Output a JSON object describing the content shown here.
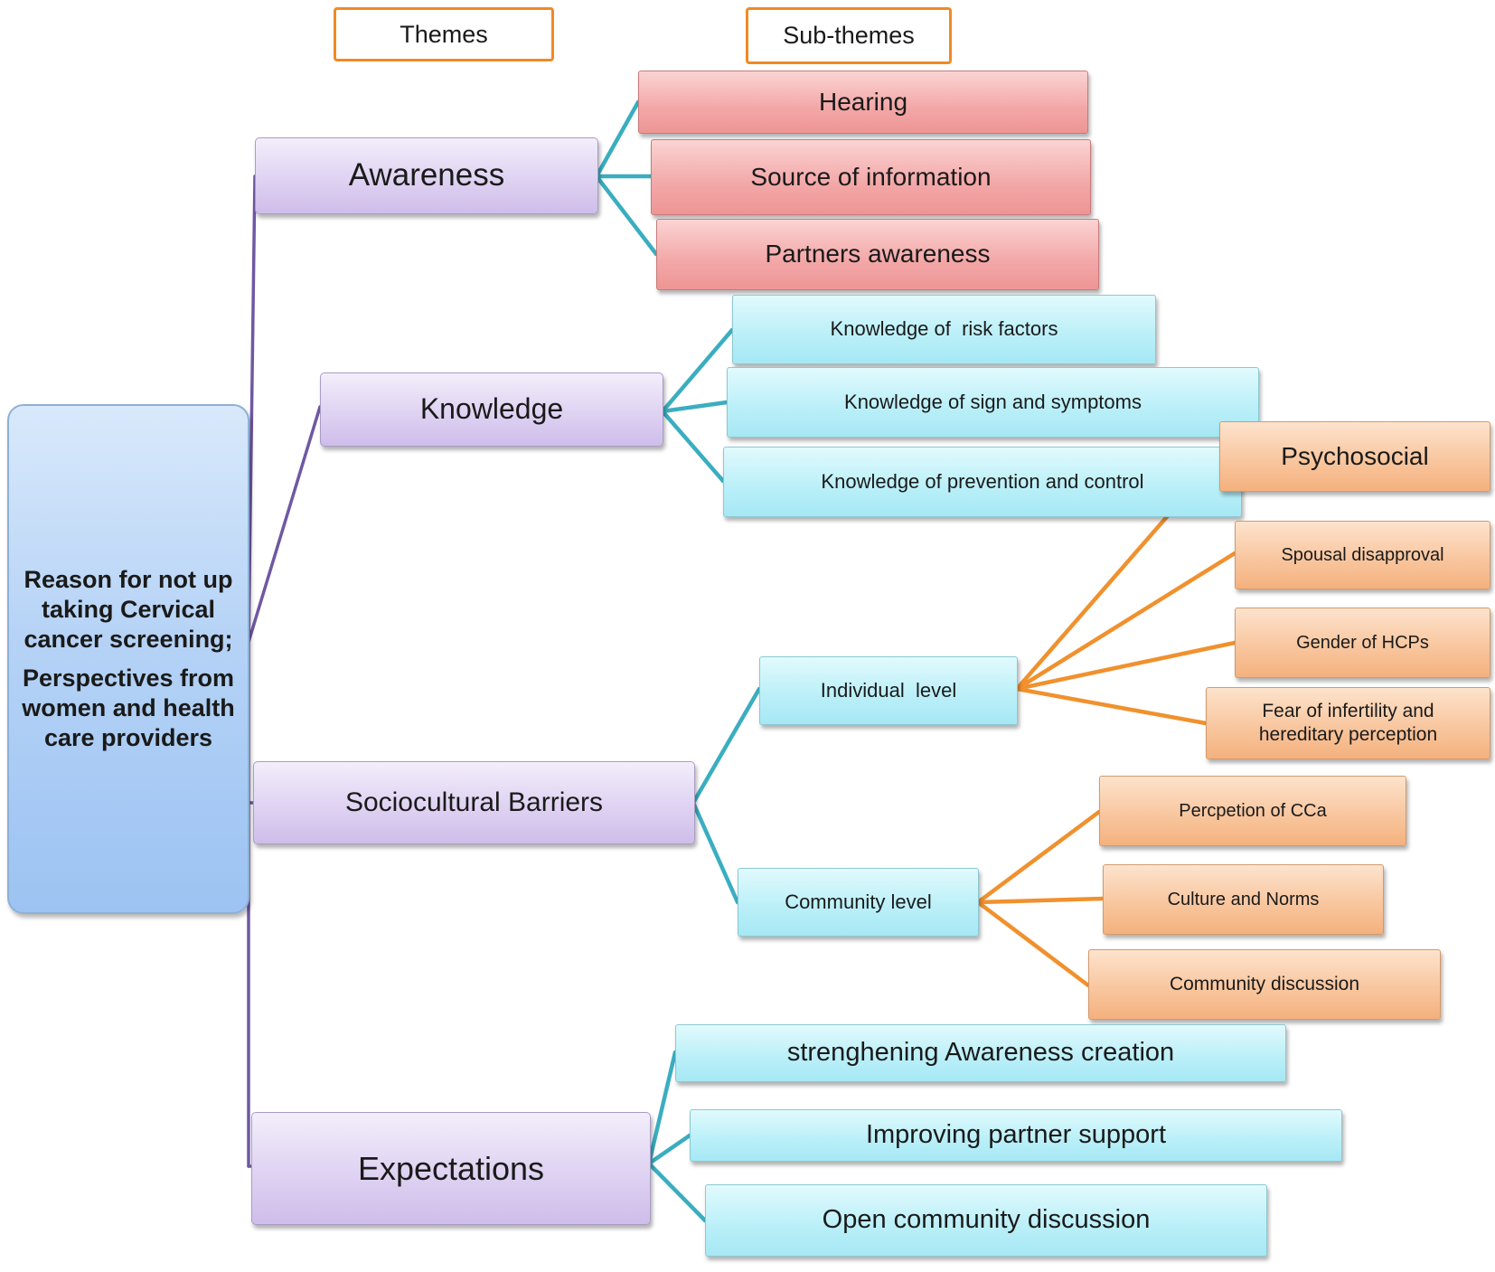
{
  "colors": {
    "trunk_line": "#6f58a3",
    "teal_line": "#3aaec0",
    "orange_line": "#f0912e",
    "header_border": "#f08a24"
  },
  "headers": {
    "themes": "Themes",
    "sub_themes": "Sub-themes"
  },
  "root": {
    "title": "Reason for not up taking Cervical cancer screening;",
    "subtitle": "Perspectives from women and health care providers"
  },
  "themes": {
    "awareness": {
      "label": "Awareness",
      "sub_themes": [
        "Hearing",
        "Source of information",
        "Partners awareness"
      ]
    },
    "knowledge": {
      "label": "Knowledge",
      "sub_themes": [
        "Knowledge of  risk factors",
        "Knowledge of sign and symptoms",
        "Knowledge of prevention and control"
      ]
    },
    "sociocultural": {
      "label": "Sociocultural Barriers",
      "individual": {
        "label": "Individual  level",
        "items": [
          "Psychosocial",
          "Spousal disapproval",
          "Gender of HCPs",
          "Fear of infertility and hereditary perception"
        ]
      },
      "community": {
        "label": "Community level",
        "items": [
          "Percpetion of CCa",
          "Culture and Norms",
          "Community discussion"
        ]
      }
    },
    "expectations": {
      "label": "Expectations",
      "sub_themes": [
        "strenghening Awareness creation",
        "Improving partner support",
        "Open community discussion"
      ]
    }
  }
}
